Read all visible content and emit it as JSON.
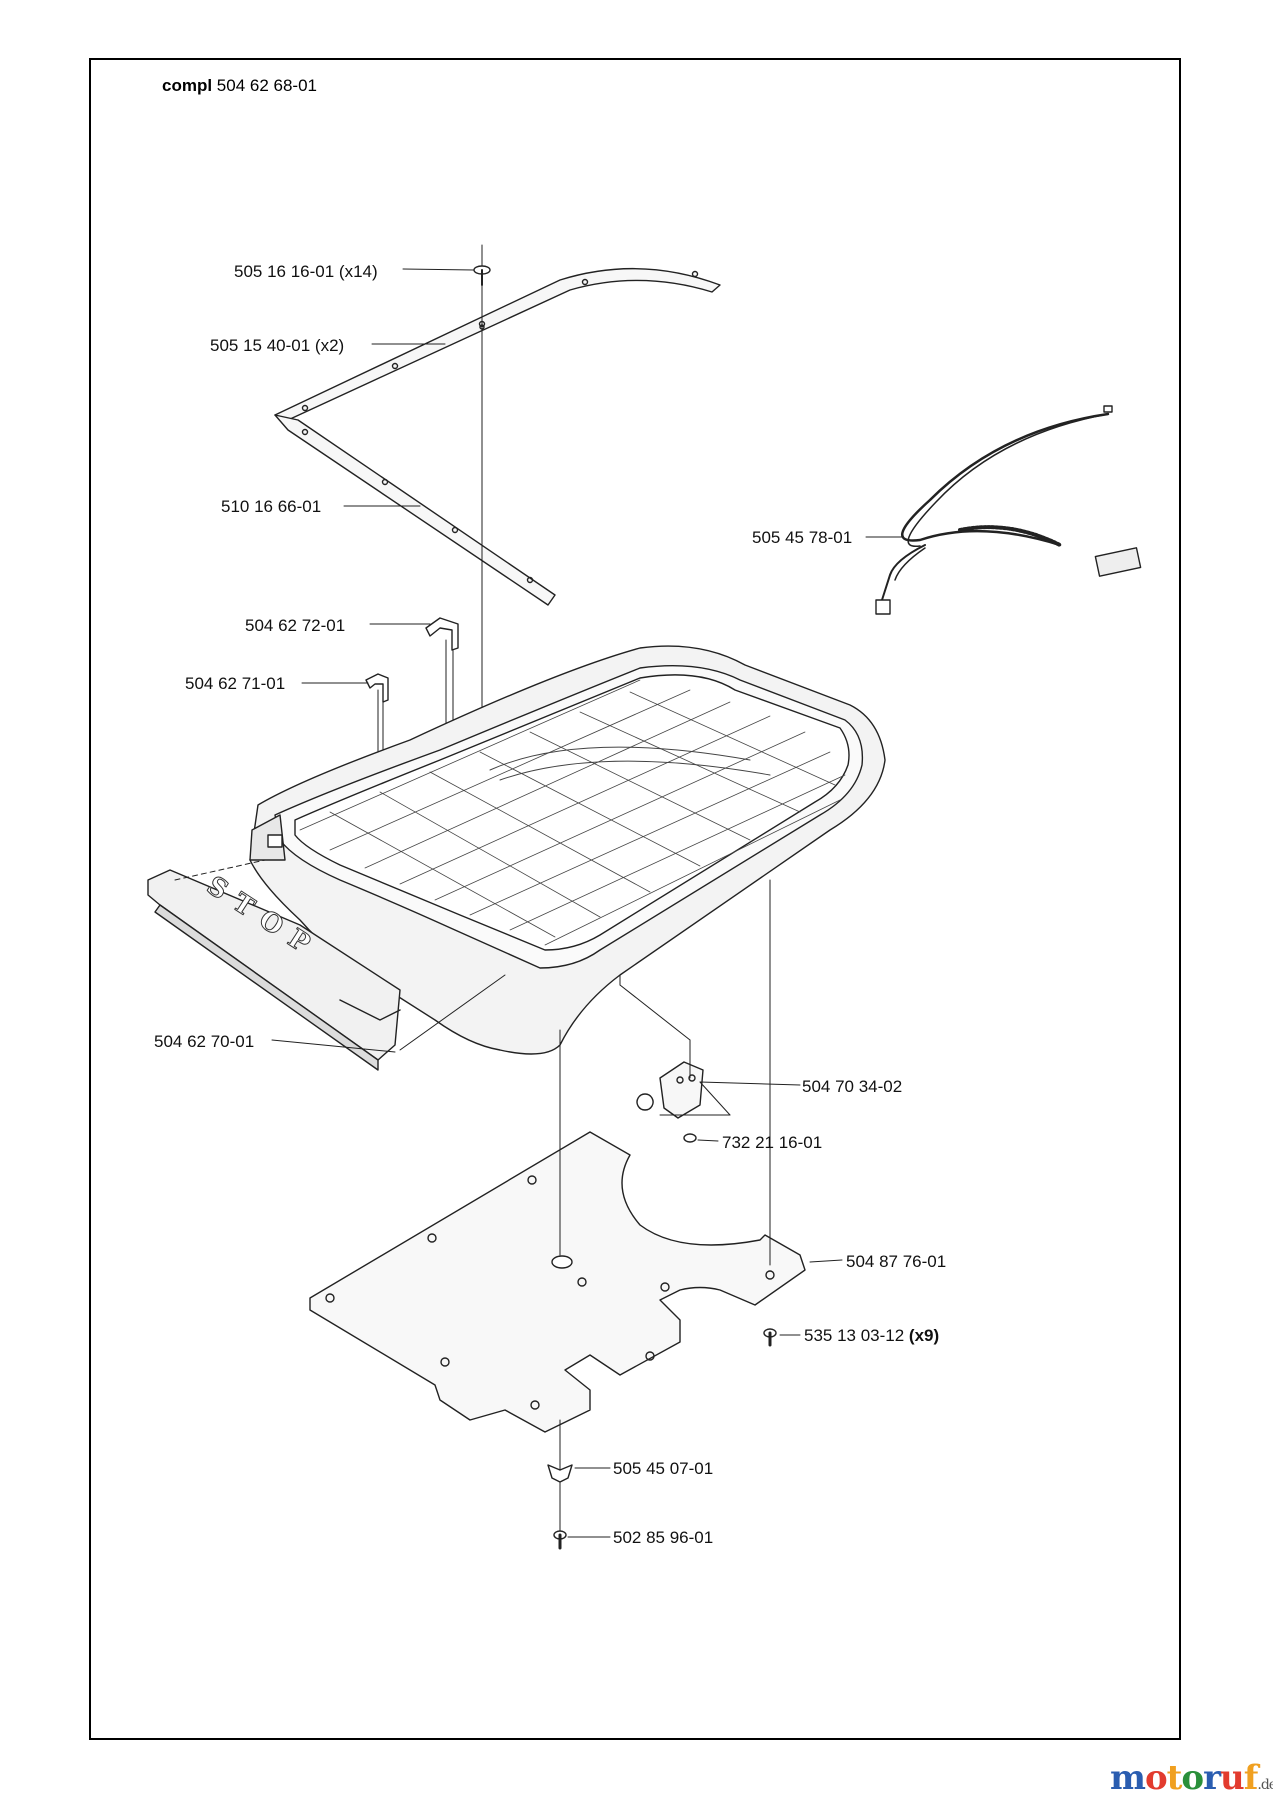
{
  "assembly": {
    "prefix": "compl",
    "number": "504 62 68-01"
  },
  "labels": [
    {
      "key": "washer",
      "text": "505 16 16-01 (x14)",
      "qty": ""
    },
    {
      "key": "strip",
      "text": "505 15 40-01 (x2)",
      "qty": ""
    },
    {
      "key": "seal",
      "text": "510 16 66-01",
      "qty": ""
    },
    {
      "key": "clip-a",
      "text": "504 62 72-01",
      "qty": ""
    },
    {
      "key": "clip-b",
      "text": "504 62 71-01",
      "qty": ""
    },
    {
      "key": "cable",
      "text": "505 45 78-01",
      "qty": ""
    },
    {
      "key": "stop-bar",
      "text": "504 62 70-01",
      "qty": ""
    },
    {
      "key": "bracket",
      "text": "504 70 34-02",
      "qty": ""
    },
    {
      "key": "nut",
      "text": "732 21 16-01",
      "qty": ""
    },
    {
      "key": "base-plate",
      "text": "504 87 76-01",
      "qty": ""
    },
    {
      "key": "screw",
      "text": "535 13 03-12 ",
      "qty": "(x9)"
    },
    {
      "key": "wing-nut",
      "text": "505 45 07-01",
      "qty": ""
    },
    {
      "key": "bolt",
      "text": "502 85 96-01",
      "qty": ""
    }
  ],
  "stop_text": "STOP",
  "watermark": {
    "brand": "motoruf",
    "tld": ".de"
  }
}
